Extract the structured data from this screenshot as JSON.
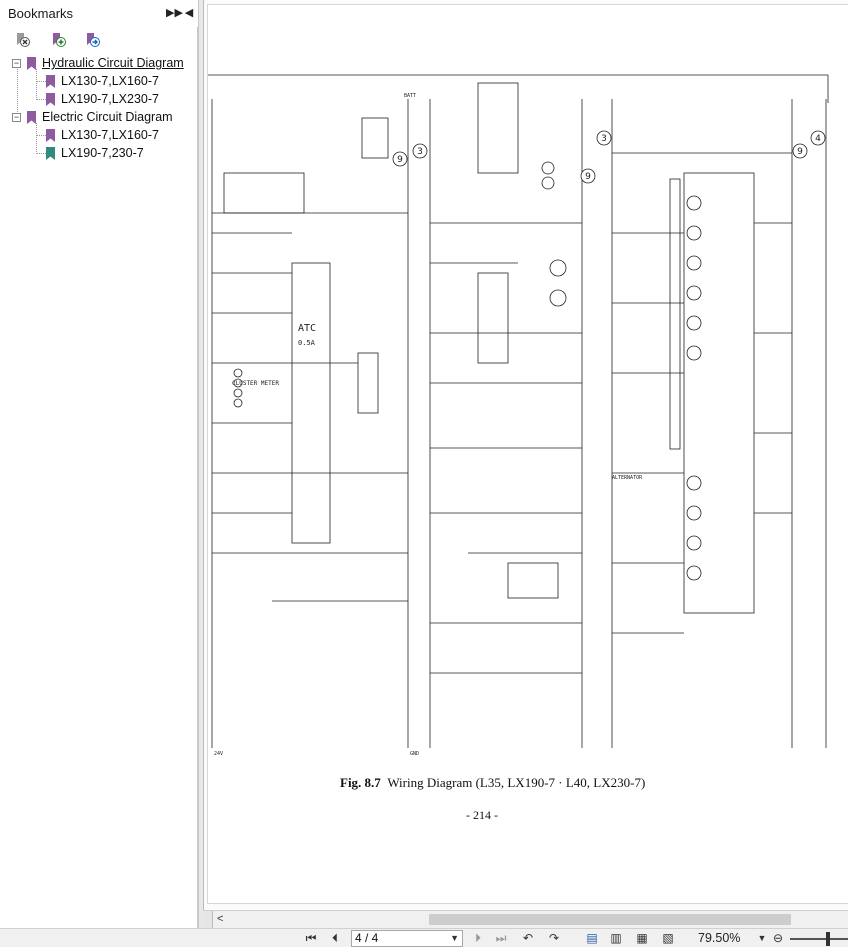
{
  "sidebar": {
    "title": "Bookmarks",
    "tree": [
      {
        "label": "Hydraulic Circuit Diagram",
        "level": 0,
        "expanded": true,
        "link": true
      },
      {
        "label": "LX130-7,LX160-7",
        "level": 1
      },
      {
        "label": "LX190-7,LX230-7",
        "level": 1
      },
      {
        "label": "Electric Circuit Diagram",
        "level": 0,
        "expanded": true
      },
      {
        "label": "LX130-7,LX160-7",
        "level": 1
      },
      {
        "label": "LX190-7,230-7",
        "level": 1,
        "selected": true
      }
    ],
    "bookmark_color": "#8e5c9e",
    "selected_bookmark_color": "#2e8b7e"
  },
  "document": {
    "caption_fig": "Fig. 8.7",
    "caption_text": "Wiring Diagram (L35, LX190-7 · L40, LX230-7)",
    "page_number": "- 214 -",
    "diagram_labels": [
      "ATC",
      "0.5A",
      "CLUSTER METER",
      "ALTERNATOR",
      "BATT",
      "GND",
      "24V"
    ],
    "circle_numbers": [
      "3",
      "9",
      "3",
      "9",
      "9",
      "4"
    ]
  },
  "bottombar": {
    "page_field": "4 / 4",
    "zoom": "79.50%"
  }
}
